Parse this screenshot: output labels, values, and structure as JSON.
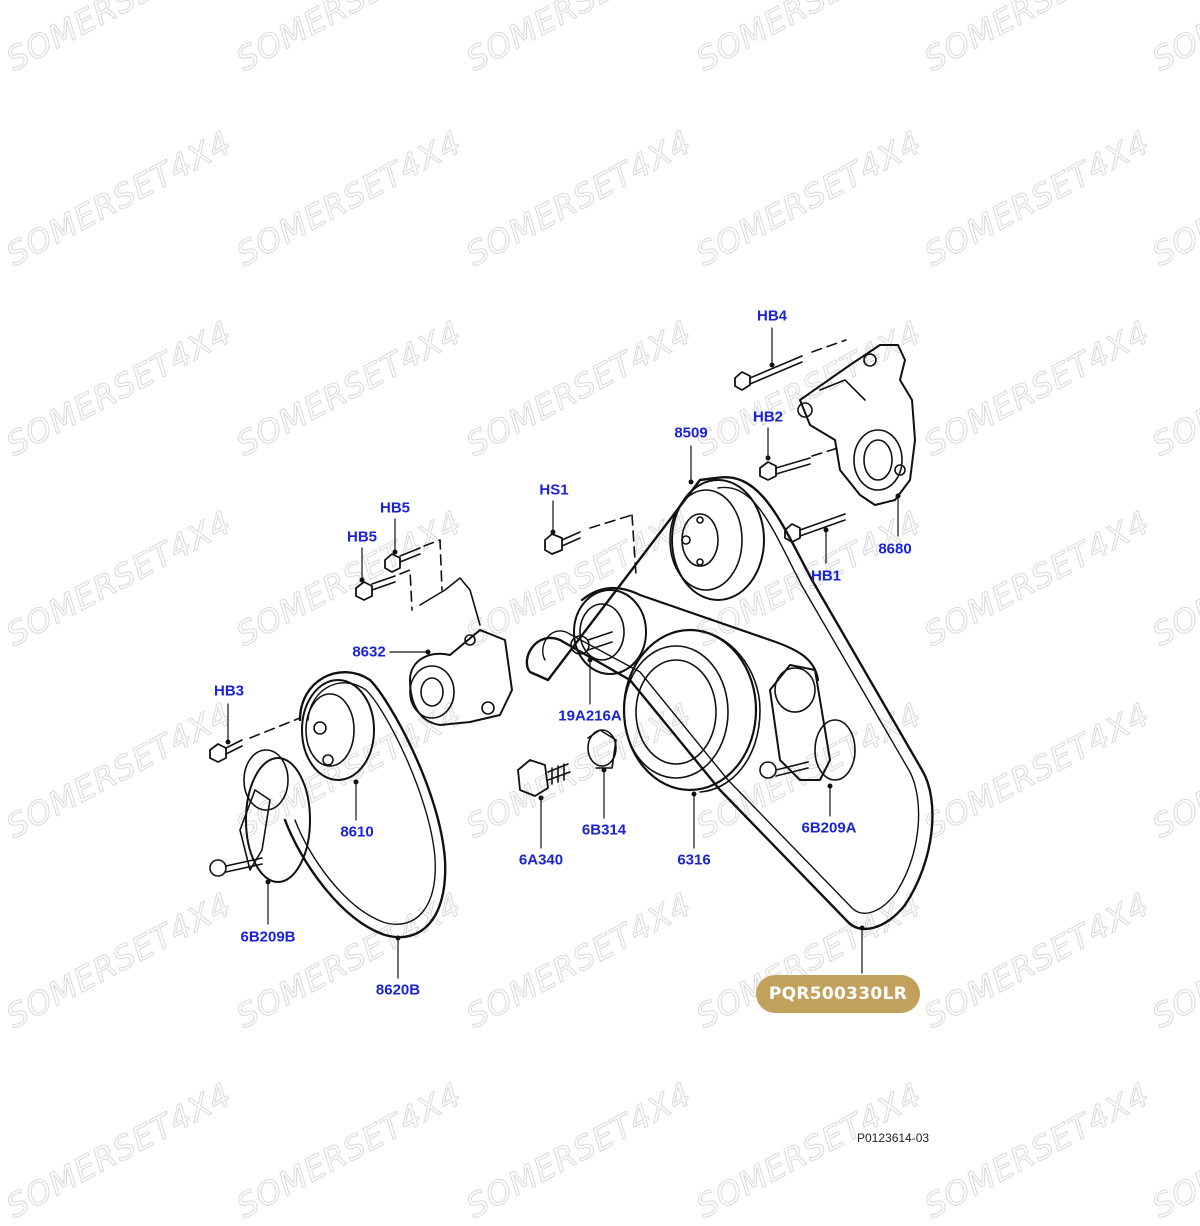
{
  "watermark": {
    "text": "SOMERSET4X4",
    "color": "#d9d9d9"
  },
  "badge": {
    "text": "PQR500330LR",
    "color": "#c2a15c"
  },
  "reference": {
    "text": "P0123614-03"
  },
  "label_color": "#1a23d8",
  "callouts": {
    "hb4": "HB4",
    "hb2": "HB2",
    "n8509": "8509",
    "hs1": "HS1",
    "hb5_upper": "HB5",
    "hb5_lower": "HB5",
    "hb1": "HB1",
    "n8680": "8680",
    "n8632": "8632",
    "hb3": "HB3",
    "n19a216a": "19A216A",
    "n8610": "8610",
    "n6b314": "6B314",
    "n6b209a": "6B209A",
    "n6a340": "6A340",
    "n6316": "6316",
    "n6b209b": "6B209B",
    "n8620b": "8620B"
  }
}
